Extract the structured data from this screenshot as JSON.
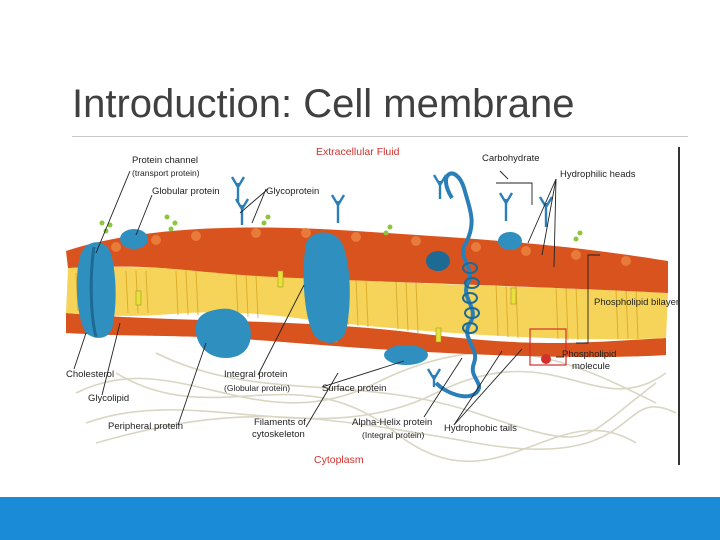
{
  "slide": {
    "title": "Introduction: Cell membrane"
  },
  "diagram": {
    "regions": {
      "top": "Extracellular Fluid",
      "bottom": "Cytoplasm"
    },
    "labels": {
      "protein_channel": "Protein channel",
      "protein_channel_sub": "(transport protein)",
      "globular_protein": "Globular protein",
      "glycoprotein": "Glycoprotein",
      "carbohydrate": "Carbohydrate",
      "hydrophilic_heads": "Hydrophilic heads",
      "phospholipid_bilayer": "Phospholipid bilayer",
      "phospholipid_molecule_1": "Phospholipid",
      "phospholipid_molecule_2": "molecule",
      "cholesterol": "Cholesterol",
      "glycolipid": "Glycolipid",
      "peripheral_protein": "Peripheral protein",
      "integral_protein": "Integral protein",
      "integral_protein_sub": "(Globular protein)",
      "surface_protein": "Surface protein",
      "filaments_1": "Filaments of",
      "filaments_2": "cytoskeleton",
      "alpha_helix": "Alpha-Helix protein",
      "alpha_helix_sub": "(Integral protein)",
      "hydrophobic_tails": "Hydrophobic tails"
    },
    "colors": {
      "heads": "#d9531e",
      "tails": "#f2c230",
      "protein": "#2f8fbf",
      "protein_dark": "#1d6a94",
      "carbohydrate": "#2a7fb8",
      "glycolipid": "#8cc63f",
      "region_label": "#d0312d",
      "accent_bar": "#1a8bd6"
    }
  }
}
